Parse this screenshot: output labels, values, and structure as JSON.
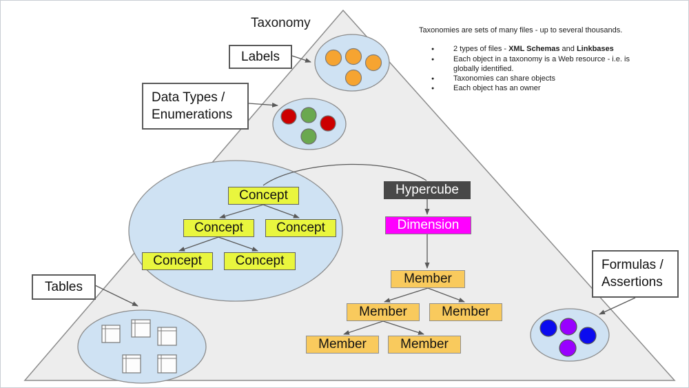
{
  "title": "Taxonomy",
  "info": {
    "heading": "Taxonomies are sets of many files - up to several thousands.",
    "bullets": [
      {
        "parts": [
          "2 types of files - ",
          "XML Schemas",
          " and ",
          "Linkbases"
        ]
      },
      {
        "parts": [
          "Each object in a taxonomy is a Web resource - i.e. is",
          "globally identified."
        ]
      },
      {
        "parts": [
          "Taxonomies can share objects"
        ]
      },
      {
        "parts": [
          "Each object has an owner"
        ]
      }
    ]
  },
  "callouts": {
    "labels": "Labels",
    "data_types_line1": "Data Types /",
    "data_types_line2": "Enumerations",
    "tables": "Tables",
    "formulas_line1": "Formulas /",
    "formulas_line2": "Assertions"
  },
  "nodes": {
    "hypercube": "Hypercube",
    "dimension": "Dimension",
    "concepts": [
      "Concept",
      "Concept",
      "Concept",
      "Concept",
      "Concept"
    ],
    "members": [
      "Member",
      "Member",
      "Member",
      "Member",
      "Member"
    ]
  },
  "colors": {
    "triangle_fill": "#EDEDED",
    "outline_gray": "#8C8C8C",
    "ellipse_fill": "#CFE2F3",
    "connector": "#595959",
    "orange": "#F6A431",
    "red": "#CC0000",
    "green": "#6AA84F",
    "blue": "#0B0BEF",
    "purple": "#9900FF",
    "concept_yellow": "#E9F63E",
    "member_amber": "#F9CA5D",
    "dimension_magenta": "#FF00FF",
    "hypercube_gray": "#484848"
  }
}
